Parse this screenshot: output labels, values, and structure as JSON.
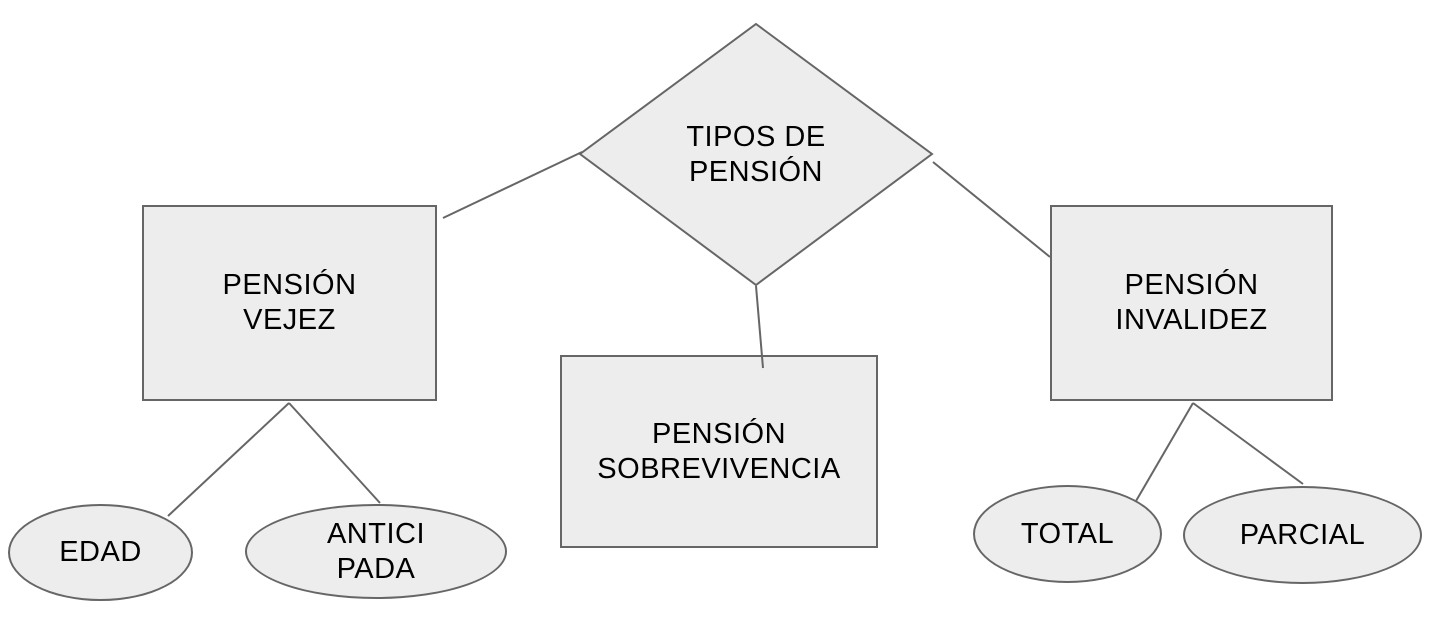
{
  "page": {
    "background_color": "#ffffff"
  },
  "diagram": {
    "type": "hierarchy",
    "colors": {
      "shape_fill": "#ededed",
      "shape_stroke": "#666666",
      "connector": "#666666",
      "text": "#000000"
    },
    "nodes": {
      "tipos_de_pension": {
        "shape": "diamond",
        "lines": [
          "TIPOS DE",
          "PENSIÓN"
        ]
      },
      "pension_vejez": {
        "shape": "rectangle",
        "lines": [
          "PENSIÓN",
          "VEJEZ"
        ]
      },
      "pension_sobrevivencia": {
        "shape": "rectangle",
        "lines": [
          "PENSIÓN",
          "SOBREVIVENCIA"
        ]
      },
      "pension_invalidez": {
        "shape": "rectangle",
        "lines": [
          "PENSIÓN",
          "INVALIDEZ"
        ]
      },
      "edad": {
        "shape": "ellipse",
        "lines": [
          "EDAD"
        ]
      },
      "anticipada": {
        "shape": "ellipse",
        "lines": [
          "ANTICI",
          "PADA"
        ]
      },
      "total": {
        "shape": "ellipse",
        "lines": [
          "TOTAL"
        ]
      },
      "parcial": {
        "shape": "ellipse",
        "lines": [
          "PARCIAL"
        ]
      }
    },
    "edges": [
      {
        "from": "tipos_de_pension",
        "to": "pension_vejez"
      },
      {
        "from": "tipos_de_pension",
        "to": "pension_sobrevivencia"
      },
      {
        "from": "tipos_de_pension",
        "to": "pension_invalidez"
      },
      {
        "from": "pension_vejez",
        "to": "edad"
      },
      {
        "from": "pension_vejez",
        "to": "anticipada"
      },
      {
        "from": "pension_invalidez",
        "to": "total"
      },
      {
        "from": "pension_invalidez",
        "to": "parcial"
      }
    ]
  }
}
